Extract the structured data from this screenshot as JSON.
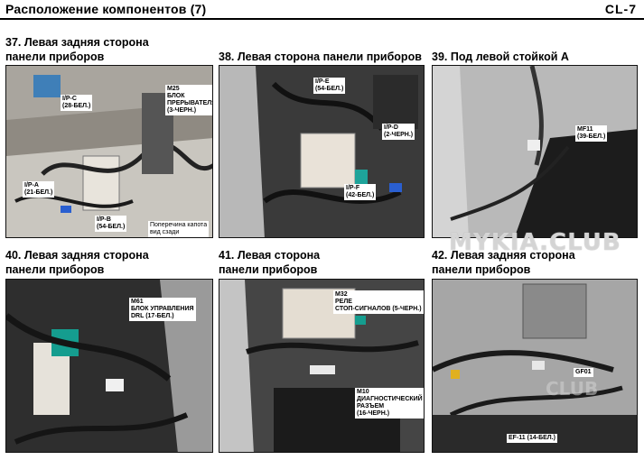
{
  "header": {
    "title": "Расположение компонентов (7)",
    "code": "CL-7"
  },
  "panels": [
    {
      "title_l1": "37. Левая задняя сторона",
      "title_l2": "панели приборов",
      "callouts": {
        "ipc": [
          "I/P-C",
          "(28-БЕЛ.)"
        ],
        "m25": [
          "M25",
          "БЛОК",
          "ПРЕРЫВАТЕЛЯ",
          "(3-ЧЕРН.)"
        ],
        "ipa": [
          "I/P-A",
          "(21-БЕЛ.)"
        ],
        "ipb": [
          "I/P-B",
          "(54-БЕЛ.)"
        ],
        "note": [
          "Поперечина капота",
          "вид сзади"
        ]
      }
    },
    {
      "title_l1": "38. Левая сторона панели приборов",
      "callouts": {
        "ipe": [
          "I/P-E",
          "(54-БЕЛ.)"
        ],
        "ipd": [
          "I/P-D",
          "(2-ЧЕРН.)"
        ],
        "ipf": [
          "I/P-F",
          "(42-БЕЛ.)"
        ]
      }
    },
    {
      "title_l1": "39. Под левой стойкой А",
      "callouts": {
        "mf11": [
          "MF11",
          "(39-БЕЛ.)"
        ]
      }
    },
    {
      "title_l1": "40. Левая задняя сторона",
      "title_l2": "панели приборов",
      "callouts": {
        "m61": [
          "M61",
          "БЛОК УПРАВЛЕНИЯ",
          "DRL (17-БЕЛ.)"
        ]
      }
    },
    {
      "title_l1": "41. Левая сторона",
      "title_l2": "панели приборов",
      "callouts": {
        "m32": [
          "M32",
          "РЕЛЕ",
          "СТОП-СИГНАЛОВ (5-ЧЕРН.)"
        ],
        "m10": [
          "M10",
          "ДИАГНОСТИЧЕСКИЙ",
          "РАЗЪЕМ",
          "(16-ЧЕРН.)"
        ]
      }
    },
    {
      "title_l1": "42. Левая задняя сторона",
      "title_l2": "панели приборов",
      "callouts": {
        "gf01": [
          "GF01"
        ],
        "ef11": [
          "EF-11 (14-БЕЛ.)"
        ]
      }
    }
  ],
  "watermark": {
    "main": "MYKIA.CLUB",
    "small": "CLUB"
  }
}
